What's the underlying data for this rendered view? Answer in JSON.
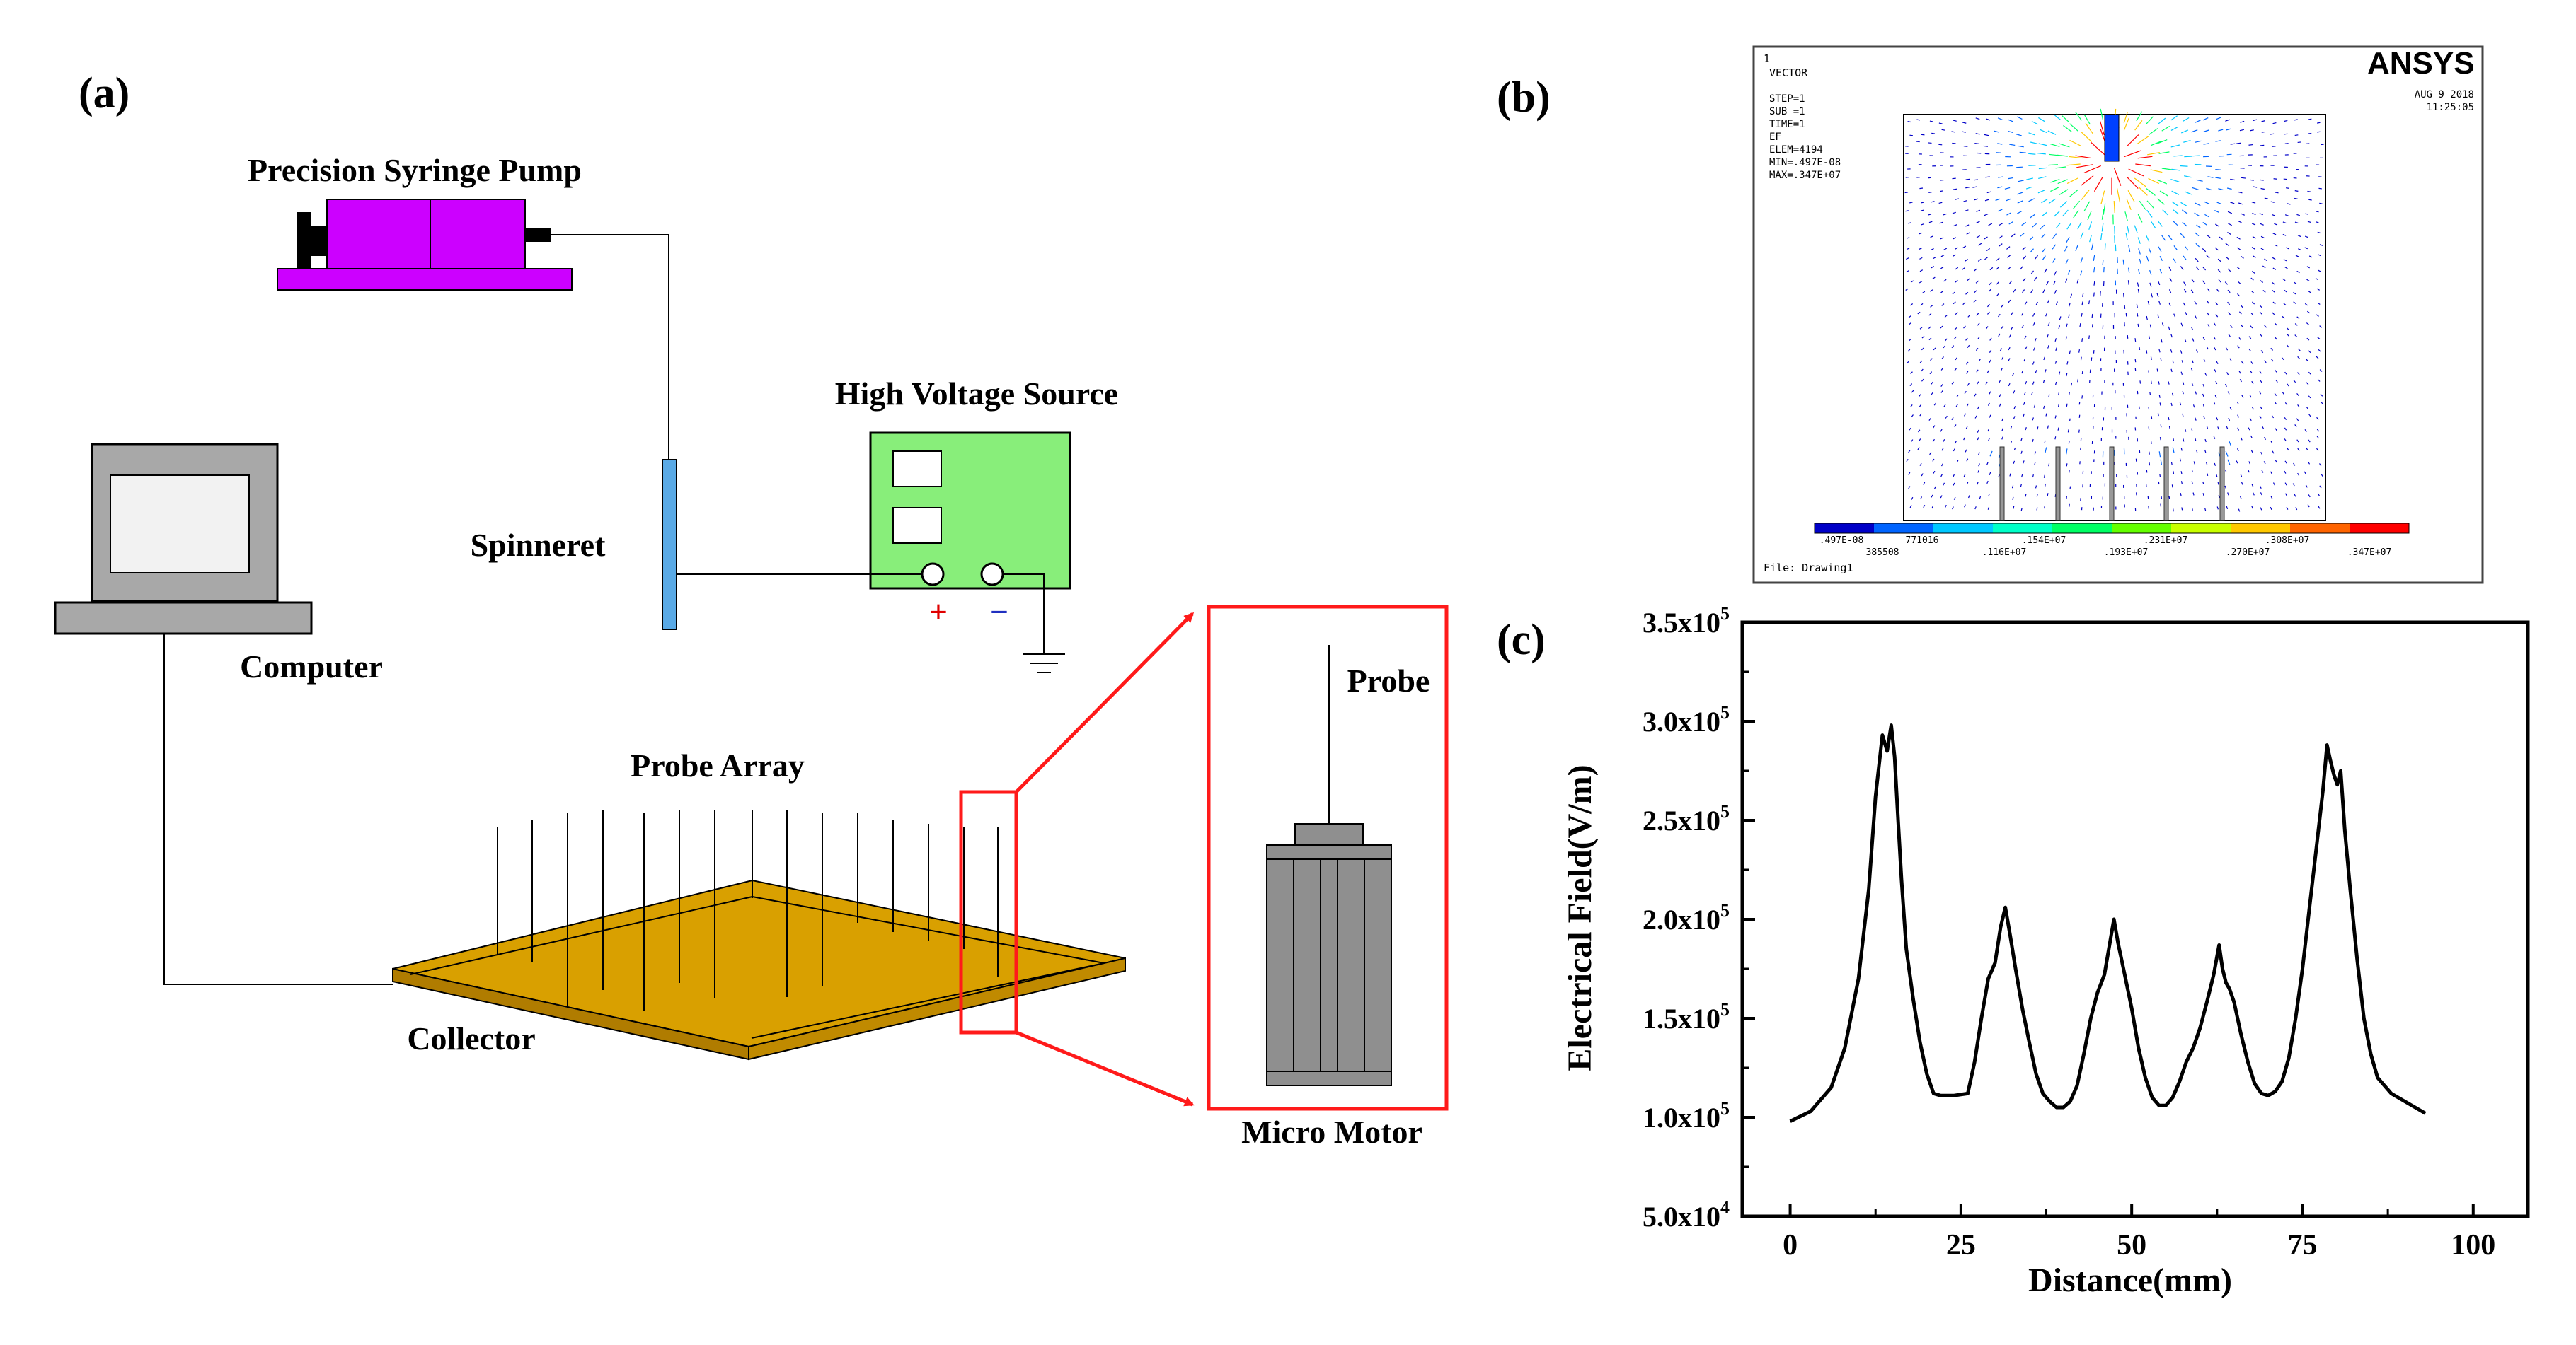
{
  "panels": {
    "a": "(a)",
    "b": "(b)",
    "c": "(c)"
  },
  "schematic": {
    "labels": {
      "pump": "Precision Syringe Pump",
      "hv": "High Voltage Source",
      "spinneret": "Spinneret",
      "computer": "Computer",
      "probe_array": "Probe Array",
      "collector": "Collector",
      "probe": "Probe",
      "micro_motor": "Micro Motor",
      "plus": "+",
      "minus": "−"
    },
    "colors": {
      "pump": "#cc00ff",
      "hv_source": "#88ee7a",
      "spinneret": "#5aaae6",
      "collector": "#d9a000",
      "callout": "#ff1a1a",
      "motor": "#8f8f8f"
    }
  },
  "ansys": {
    "index": "1",
    "title": "VECTOR",
    "stats": [
      "STEP=1",
      "SUB =1",
      "TIME=1",
      "EF",
      "ELEM=4194",
      "MIN=.497E-08",
      "MAX=.347E+07"
    ],
    "logo": "ANSYS",
    "date": "AUG  9 2018",
    "time": "11:25:05",
    "scale_top": [
      ".497E-08",
      ".116E+07",
      ".193E+07",
      ".270E+07"
    ],
    "scale_top2": [
      ".154E+07",
      ".231E+07",
      ".308E+07"
    ],
    "scale_bot": [
      "385508",
      "771016",
      ".347E+07"
    ],
    "file": "File: Drawing1",
    "colorbar": [
      "#0000c8",
      "#0064ff",
      "#00c8ff",
      "#00ffc8",
      "#00ff64",
      "#64ff00",
      "#c8ff00",
      "#ffc800",
      "#ff6400",
      "#ff0000"
    ]
  },
  "chart_data": {
    "type": "line",
    "title": "",
    "xlabel": "Distance(mm)",
    "ylabel": "Electrical Field(V/m)",
    "xlim": [
      -7,
      108
    ],
    "ylim": [
      50000,
      350000
    ],
    "xticks": [
      0,
      25,
      50,
      75,
      100
    ],
    "xtick_labels": [
      "0",
      "25",
      "50",
      "75",
      "100"
    ],
    "yticks": [
      50000,
      100000,
      150000,
      200000,
      250000,
      300000,
      350000
    ],
    "ytick_labels": [
      {
        "m": "5.0x10",
        "e": "4"
      },
      {
        "m": "1.0x10",
        "e": "5"
      },
      {
        "m": "1.5x10",
        "e": "5"
      },
      {
        "m": "2.0x10",
        "e": "5"
      },
      {
        "m": "2.5x10",
        "e": "5"
      },
      {
        "m": "3.0x10",
        "e": "5"
      },
      {
        "m": "3.5x10",
        "e": "5"
      }
    ],
    "series": [
      {
        "x": [
          0,
          3,
          6,
          8,
          10,
          11.5,
          12.5,
          13.5,
          14.2,
          14.8,
          15.3,
          15.8,
          16.3,
          17,
          18,
          19,
          20,
          21,
          22,
          24,
          26,
          27,
          28,
          29,
          30,
          30.8,
          31.5,
          32.2,
          33,
          34,
          35,
          36,
          37,
          38,
          39,
          40,
          41,
          42,
          43,
          44,
          45,
          46,
          46.8,
          47.4,
          48,
          48.8,
          50,
          51,
          52,
          53,
          54,
          55,
          56,
          57,
          58,
          59,
          60,
          61,
          62,
          62.8,
          63.3,
          63.8,
          64.3,
          65,
          66,
          67,
          68,
          69,
          70,
          71,
          72,
          73,
          74,
          75,
          76,
          77,
          78,
          78.6,
          79.1,
          79.6,
          80.1,
          80.6,
          81.2,
          82,
          83,
          84,
          85,
          86,
          88,
          90,
          93
        ],
        "y": [
          98000,
          103000,
          115000,
          135000,
          170000,
          215000,
          262000,
          293000,
          285000,
          298000,
          282000,
          250000,
          220000,
          185000,
          160000,
          138000,
          122000,
          112000,
          111000,
          111000,
          112000,
          128000,
          150000,
          170000,
          178000,
          196000,
          206000,
          192000,
          175000,
          155000,
          138000,
          122000,
          112000,
          108000,
          105000,
          105000,
          108000,
          116000,
          132000,
          150000,
          163000,
          172000,
          188000,
          200000,
          188000,
          175000,
          155000,
          135000,
          120000,
          110000,
          106000,
          106000,
          110000,
          118000,
          128000,
          135000,
          145000,
          158000,
          172000,
          187000,
          175000,
          168000,
          165000,
          158000,
          142000,
          128000,
          117000,
          112000,
          111000,
          113000,
          118000,
          130000,
          150000,
          175000,
          205000,
          235000,
          265000,
          288000,
          280000,
          273000,
          268000,
          275000,
          245000,
          215000,
          180000,
          150000,
          132000,
          120000,
          112000,
          108000,
          102000
        ]
      }
    ],
    "grid": false
  }
}
